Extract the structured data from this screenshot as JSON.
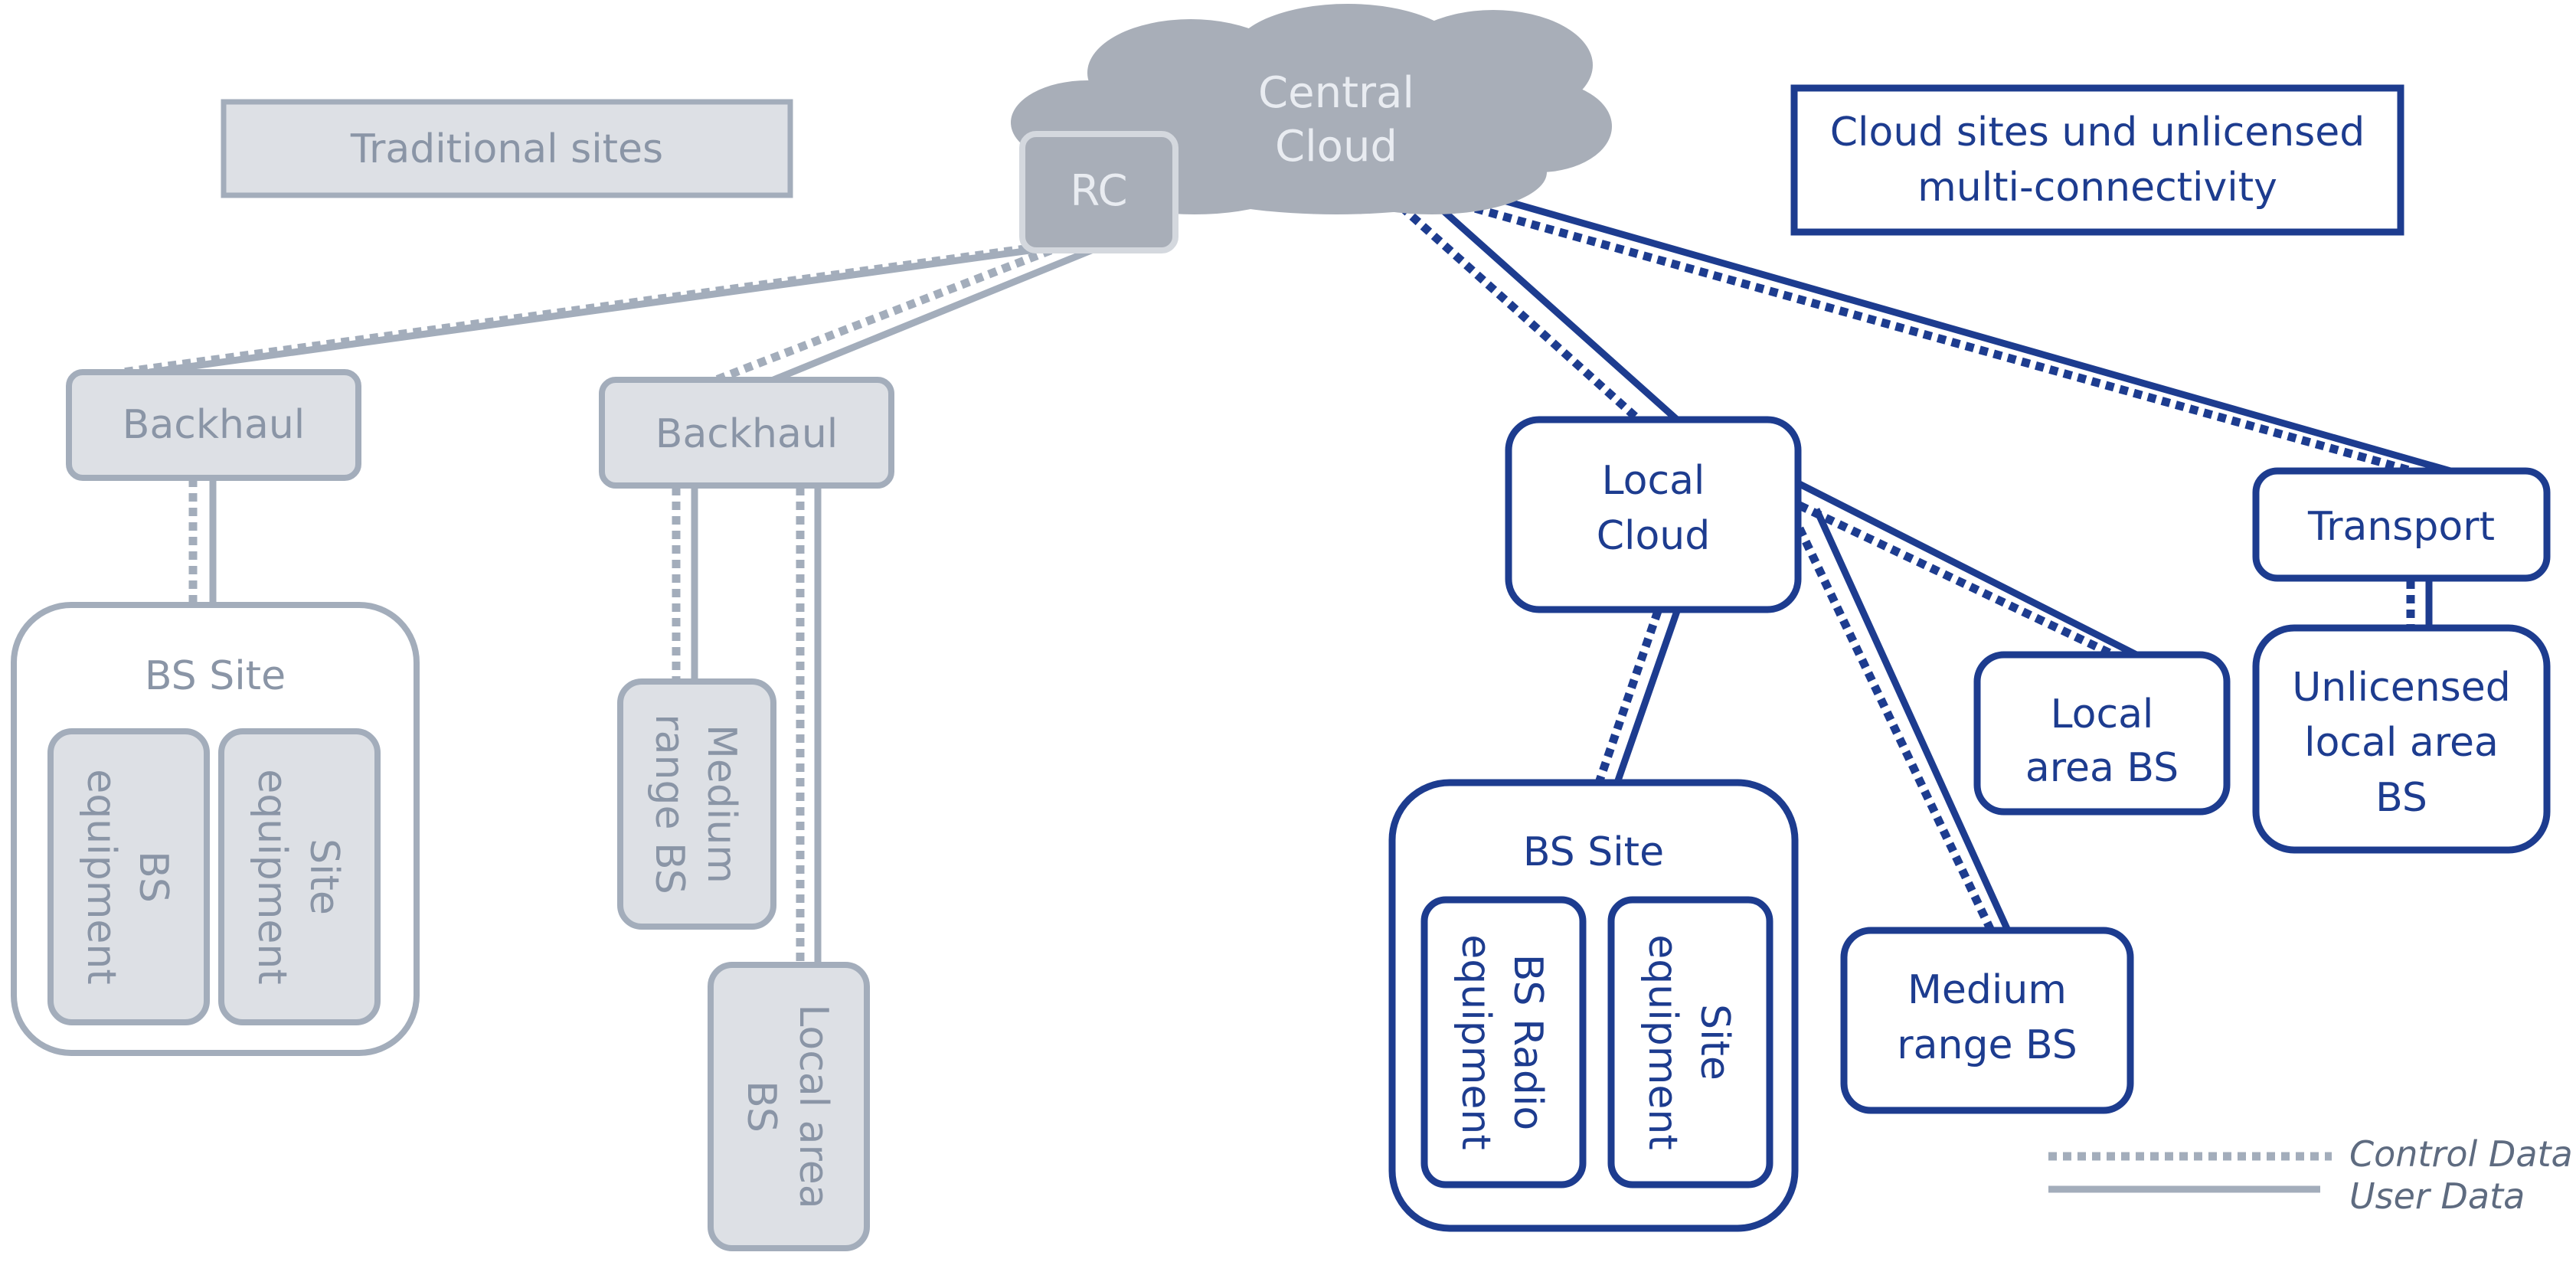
{
  "colors": {
    "grey_stroke": "#a3adbb",
    "grey_fill": "#dde0e5",
    "grey_text": "#8a95a6",
    "cloud_fill": "#a8aeb8",
    "blue_stroke": "#1d3c8f",
    "blue_text": "#1d3c8f"
  },
  "legend_left": {
    "title": "Traditional sites"
  },
  "legend_right": {
    "line1": "Cloud sites und unlicensed",
    "line2": "multi-connectivity"
  },
  "central_cloud": {
    "line1": "Central",
    "line2": "Cloud",
    "rc_label": "RC"
  },
  "traditional": {
    "backhaul_1": "Backhaul",
    "backhaul_2": "Backhaul",
    "bs_site": {
      "title": "BS Site",
      "bs_equipment": {
        "line1": "BS",
        "line2": "equipment"
      },
      "site_equipment": {
        "line1": "Site",
        "line2": "equipment"
      }
    },
    "medium_range_bs": {
      "line1": "Medium",
      "line2": "range BS"
    },
    "local_area_bs": {
      "line1": "Local area",
      "line2": "BS"
    }
  },
  "cloud_sites": {
    "local_cloud": {
      "line1": "Local",
      "line2": "Cloud"
    },
    "transport": "Transport",
    "bs_site": {
      "title": "BS Site",
      "bs_radio_equipment": {
        "line1": "BS Radio",
        "line2": "equipment"
      },
      "site_equipment": {
        "line1": "Site",
        "line2": "equipment"
      }
    },
    "local_area_bs": {
      "line1": "Local",
      "line2": "area BS"
    },
    "medium_range_bs": {
      "line1": "Medium",
      "line2": "range BS"
    },
    "unlicensed_bs": {
      "line1": "Unlicensed",
      "line2": "local area",
      "line3": "BS"
    }
  },
  "legend": {
    "control_data": "Control Data",
    "user_data": "User Data"
  }
}
